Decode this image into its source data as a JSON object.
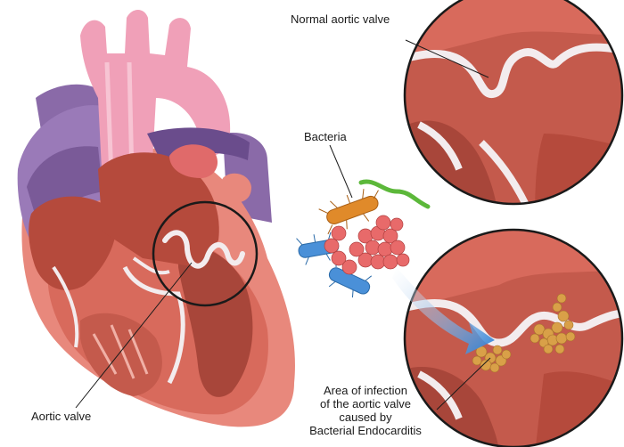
{
  "labels": {
    "normal_valve": "Normal aortic valve",
    "bacteria": "Bacteria",
    "aortic_valve": "Aortic valve",
    "infection_line1": "Area of infection",
    "infection_line2": "of the aortic valve",
    "infection_line3": "caused by",
    "infection_line4": "Bacterial Endocarditis"
  },
  "colors": {
    "myocardium": "#d86a5c",
    "myocardium_dark": "#a8463a",
    "chamber": "#b54a3c",
    "aorta": "#f0a0b8",
    "aorta_light": "#f7c4d3",
    "vein": "#8a6aa8",
    "vein_dark": "#6a4c8c",
    "valve": "#f3ecee",
    "bacteria_orange": "#e08a2a",
    "bacteria_green": "#5cb83a",
    "bacteria_blue": "#4a90d8",
    "bacteria_red": "#e86a6a",
    "vegetation": "#d9a048",
    "arrow": "#2a7fd4",
    "outline": "#1a1a1a"
  }
}
